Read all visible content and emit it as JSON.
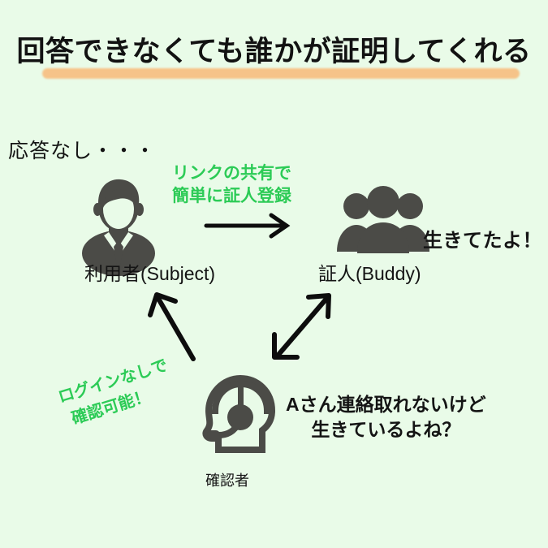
{
  "page": {
    "background_color": "#e9fbe8",
    "title": "回答できなくても誰かが証明してくれる",
    "title_underline_color": "#f7c184",
    "accent_green": "#2ccb56",
    "icon_gray": "#4b4b47",
    "text_black": "#141414"
  },
  "annotations": {
    "no_response": "応答なし・・・",
    "register_note_line1": "リンクの共有で",
    "register_note_line2": "簡単に証人登録",
    "alive_reply": "生きてたよ！",
    "nologin_note_line1": "ログインなしで",
    "nologin_note_line2": "確認可能！",
    "question_line1": "Aさん連絡取れないけど",
    "question_line2": "生きているよね？"
  },
  "actors": [
    {
      "id": "subject",
      "label": "利用者(Subject)",
      "icon": "businessman-silhouette-icon"
    },
    {
      "id": "buddy",
      "label": "証人(Buddy)",
      "icon": "people-group-icon"
    },
    {
      "id": "checker",
      "label": "確認者",
      "icon": "headset-operator-icon"
    }
  ],
  "arrows": [
    {
      "id": "subject-to-buddy",
      "icon": "arrow-right-icon",
      "direction": "right"
    },
    {
      "id": "checker-to-subject",
      "icon": "arrow-up-left-icon",
      "direction": "up-left"
    },
    {
      "id": "checker-to-buddy",
      "icon": "arrow-double-diagonal-icon",
      "direction": "bidirectional"
    }
  ]
}
